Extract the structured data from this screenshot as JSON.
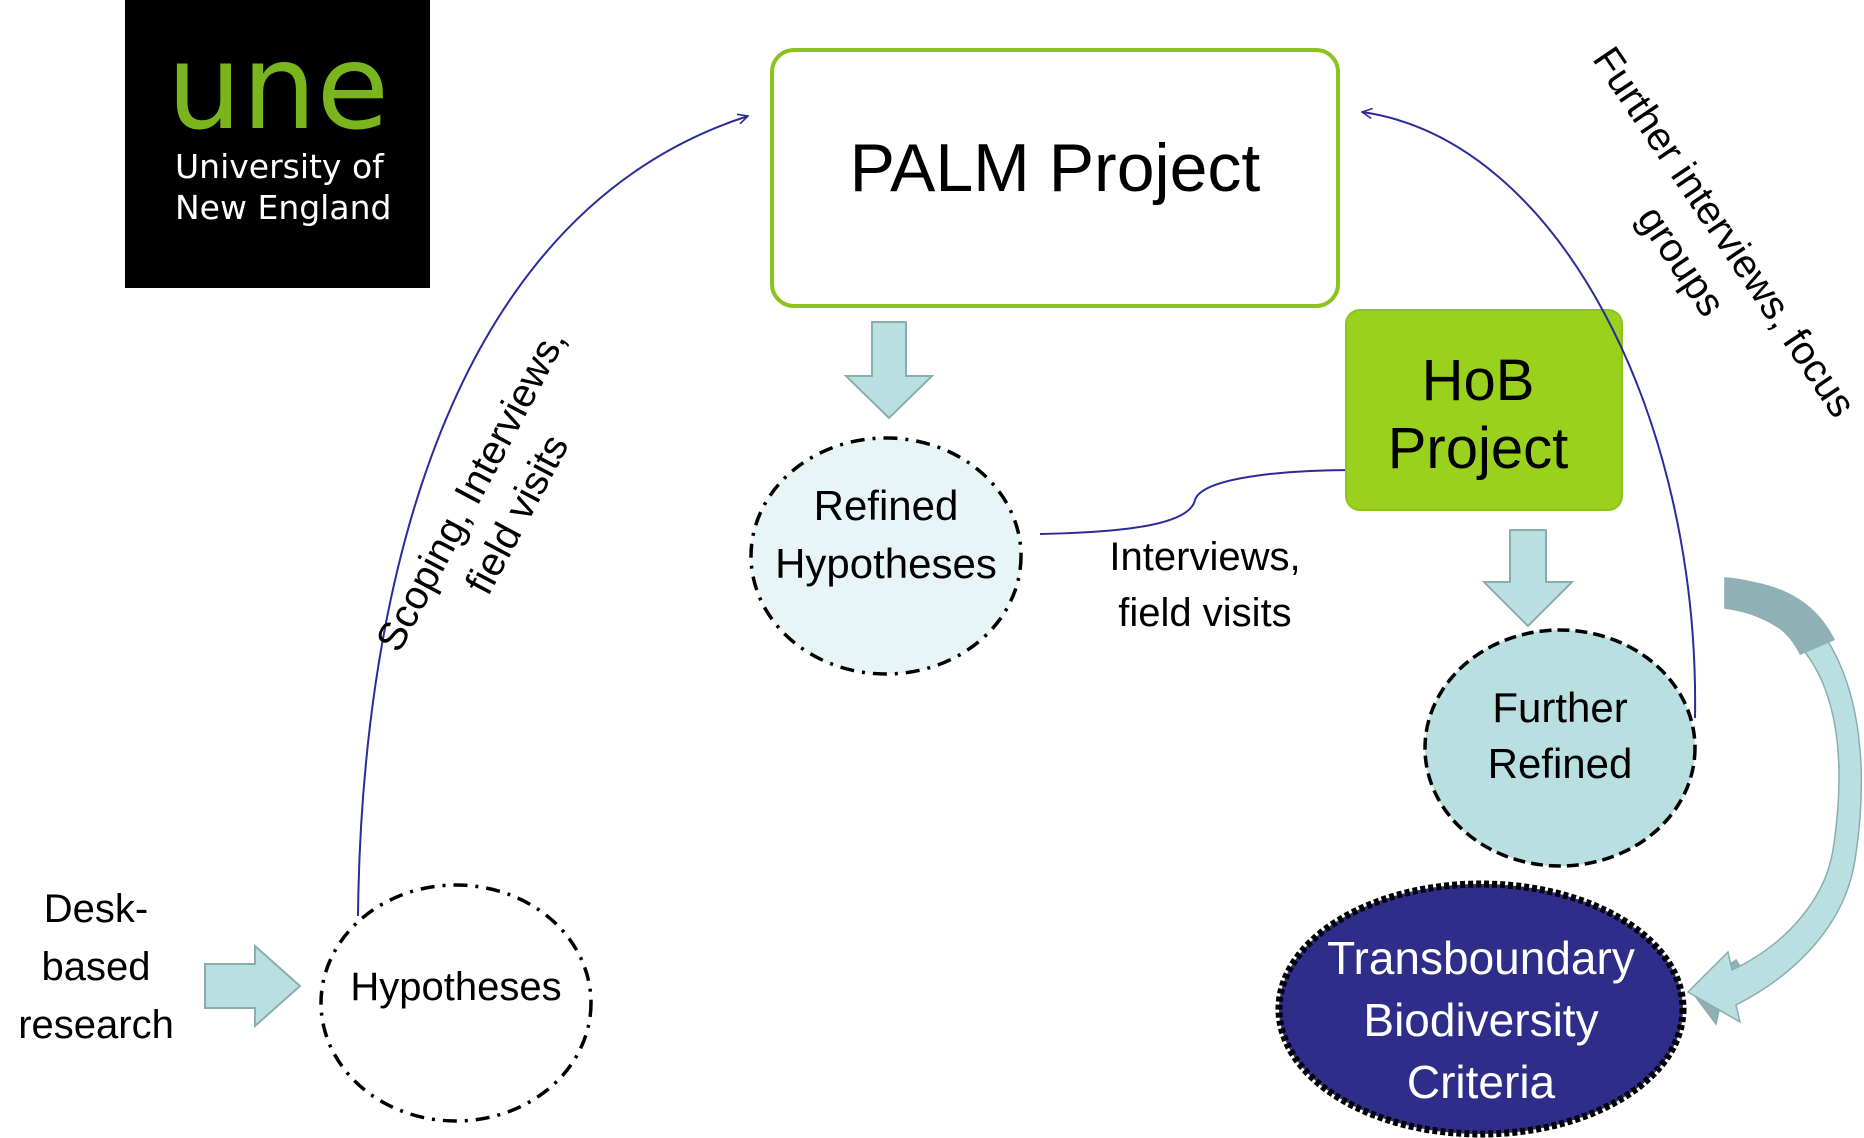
{
  "logo": {
    "wordmark": "une",
    "line1": "University of",
    "line2": "New England",
    "background": "#000000",
    "accent": "#7ab51d"
  },
  "nodes": {
    "desk_research": {
      "lines": [
        "Desk-",
        "based",
        "research"
      ]
    },
    "hypotheses": {
      "label": "Hypotheses"
    },
    "palm": {
      "label": "PALM Project"
    },
    "refined": {
      "lines": [
        "Refined",
        "Hypotheses"
      ]
    },
    "hob": {
      "lines": [
        "HoB",
        "Project"
      ]
    },
    "further_refined": {
      "lines": [
        "Further",
        "Refined"
      ]
    },
    "criteria": {
      "lines": [
        "Transboundary",
        "Biodiversity",
        "Criteria"
      ]
    }
  },
  "edges": {
    "scoping": {
      "lines": [
        "Scoping, Interviews,",
        "field visits"
      ]
    },
    "interviews": {
      "lines": [
        "Interviews,",
        "field visits"
      ]
    },
    "further_interviews": {
      "lines": [
        "Further interviews, focus",
        "groups"
      ]
    }
  },
  "colors": {
    "green_border": "#8cc31e",
    "hob_fill": "#9ad11d",
    "arrow_fill": "#b9dfe1",
    "arrow_stroke": "#8aaeb0",
    "refined_fill": "#e8f5f6",
    "further_fill": "#b9dfe1",
    "criteria_fill": "#2e2e8a",
    "connector": "#2b2b9a",
    "curved_arrow": "#8fb0b4"
  }
}
